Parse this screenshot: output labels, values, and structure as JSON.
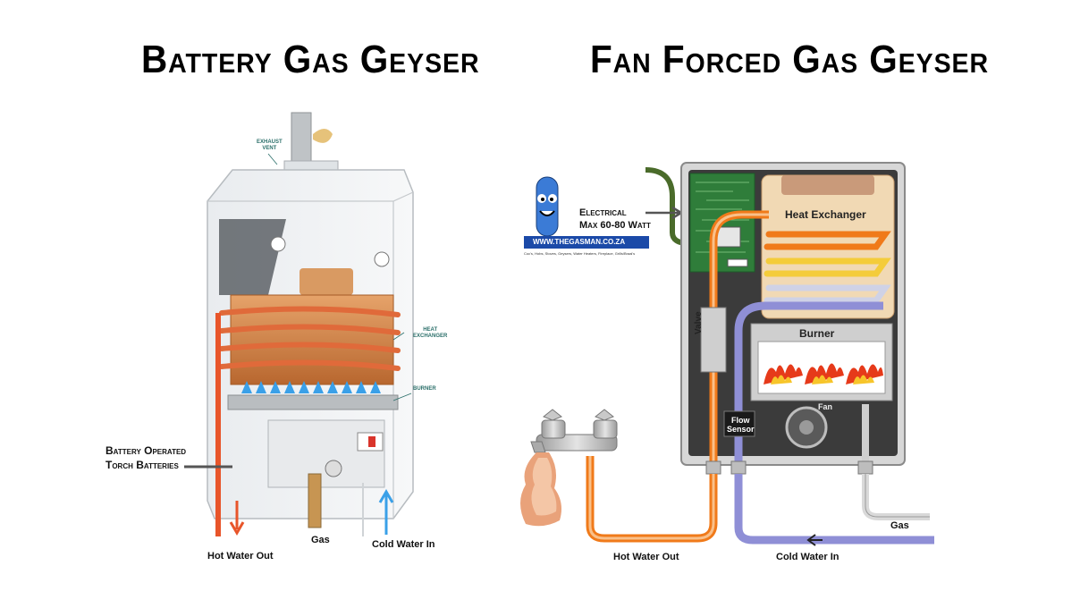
{
  "titles": {
    "left": "Battery Gas Geyser",
    "right": "Fan Forced Gas Geyser"
  },
  "left_diagram": {
    "labels": {
      "exhaust_vent": [
        "EXHAUST",
        "VENT"
      ],
      "heat_exchanger": [
        "HEAT",
        "EXCHANGER"
      ],
      "burner": "BURNER",
      "battery": [
        "Battery Operated",
        "Torch Batteries"
      ],
      "hot_water_out": "Hot Water Out",
      "gas": "Gas",
      "cold_water_in": "Cold Water In"
    }
  },
  "right_diagram": {
    "labels": {
      "electrical": [
        "Electrical",
        "Max 60-80 Watt"
      ],
      "heat_exchanger": "Heat Exchanger",
      "burner": "Burner",
      "valve": "Valve",
      "flow_sensor": [
        "Flow",
        "Sensor"
      ],
      "fan": "Fan",
      "gas": "Gas",
      "hot_water_out": "Hot Water Out",
      "cold_water_in": "Cold Water In"
    },
    "logo": {
      "url_text": "WWW.THEGASMAN.CO.ZA",
      "tagline": "Coc's, Hobs, Stoves, Geysers, Water Heaters, Fireplace, Grills/Braai's"
    }
  },
  "colors": {
    "hot_pipe": "#e8552a",
    "cold_pipe": "#8f8fd6",
    "copper": "#c8763e",
    "flame_blue": "#3aa0e8",
    "flame_orange": "#f07a1a",
    "casing": "#d9d9d9",
    "pcb_green": "#2f7d3a",
    "vent_green": "#4a6b2a"
  }
}
